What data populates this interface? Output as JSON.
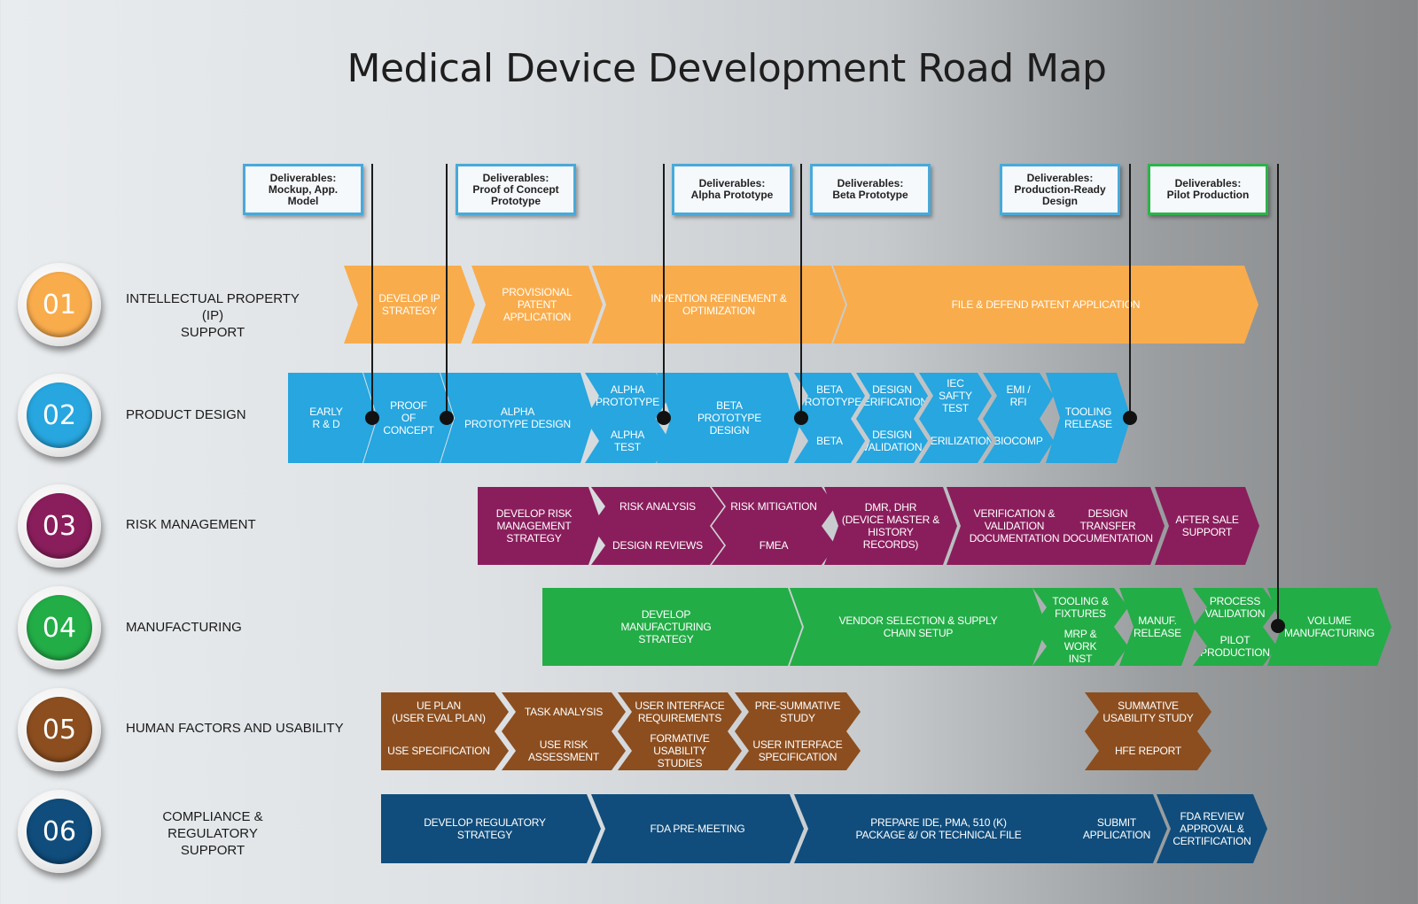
{
  "title": "Medical Device Development Road Map",
  "deliverables": [
    "Deliverables:\nMockup, App.\nModel",
    "Deliverables:\nProof of Concept\nPrototype",
    "Deliverables:\nAlpha Prototype",
    "Deliverables:\nBeta Prototype",
    "Deliverables:\nProduction-Ready\nDesign",
    "Deliverables:\nPilot Production"
  ],
  "rows": [
    {
      "number": "01",
      "label": "INTELLECTUAL PROPERTY (IP)\nSUPPORT",
      "color": "#f9ac4c",
      "steps": [
        "DEVELOP IP\nSTRATEGY",
        "PROVISIONAL\nPATENT\nAPPLICATION",
        "INVENTION REFINEMENT &\nOPTIMIZATION",
        "FILE & DEFEND PATENT APPLICATION"
      ]
    },
    {
      "number": "02",
      "label": "PRODUCT DESIGN",
      "color": "#27a6df",
      "steps": [
        "EARLY\nR & D",
        "PROOF\nOF\nCONCEPT",
        "ALPHA\nPROTOTYPE DESIGN",
        "ALPHA\nPROTOTYPE",
        "ALPHA\nTEST",
        "BETA\nPROTOTYPE\nDESIGN",
        "BETA\nPROTOTYPE",
        "BETA",
        "DESIGN\nVERIFICATION",
        "DESIGN\nVALIDATION",
        "IEC SAFTY\nTEST",
        "STERILIZATION",
        "EMI / RFI",
        "BIOCOMP",
        "TOOLING\nRELEASE"
      ]
    },
    {
      "number": "03",
      "label": "RISK MANAGEMENT",
      "color": "#8a1e5c",
      "steps": [
        "DEVELOP RISK\nMANAGEMENT\nSTRATEGY",
        "RISK ANALYSIS",
        "DESIGN REVIEWS",
        "RISK MITIGATION",
        "FMEA",
        "DMR, DHR\n(DEVICE MASTER &\nHISTORY RECORDS)",
        "VERIFICATION &\nVALIDATION\nDOCUMENTATION",
        "DESIGN TRANSFER\nDOCUMENTATION",
        "AFTER SALE\nSUPPORT"
      ]
    },
    {
      "number": "04",
      "label": "MANUFACTURING",
      "color": "#23ad47",
      "steps": [
        "DEVELOP\nMANUFACTURING\nSTRATEGY",
        "VENDOR SELECTION & SUPPLY\nCHAIN SETUP",
        "TOOLING &\nFIXTURES",
        "MRP & WORK\nINST",
        "MANUF.\nRELEASE",
        "PROCESS\nVALIDATION",
        "PILOT\nPRODUCTION",
        "VOLUME\nMANUFACTURING"
      ]
    },
    {
      "number": "05",
      "label": "HUMAN FACTORS AND USABILITY",
      "color": "#8c4e1f",
      "steps": [
        "UE PLAN\n(USER EVAL PLAN)",
        "USE SPECIFICATION",
        "TASK ANALYSIS",
        "USE RISK\nASSESSMENT",
        "USER INTERFACE\nREQUIREMENTS",
        "FORMATIVE USABILITY\nSTUDIES",
        "PRE-SUMMATIVE\nSTUDY",
        "USER INTERFACE\nSPECIFICATION",
        "SUMMATIVE\nUSABILITY STUDY",
        "HFE REPORT"
      ]
    },
    {
      "number": "06",
      "label": "COMPLIANCE & REGULATORY\nSUPPORT",
      "color": "#104d7c",
      "steps": [
        "DEVELOP REGULATORY\nSTRATEGY",
        "FDA PRE-MEETING",
        "PREPARE IDE, PMA, 510 (K)\nPACKAGE &/ OR TECHNICAL FILE",
        "SUBMIT\nAPPLICATION",
        "FDA REVIEW\nAPPROVAL &\nCERTIFICATION"
      ]
    }
  ]
}
